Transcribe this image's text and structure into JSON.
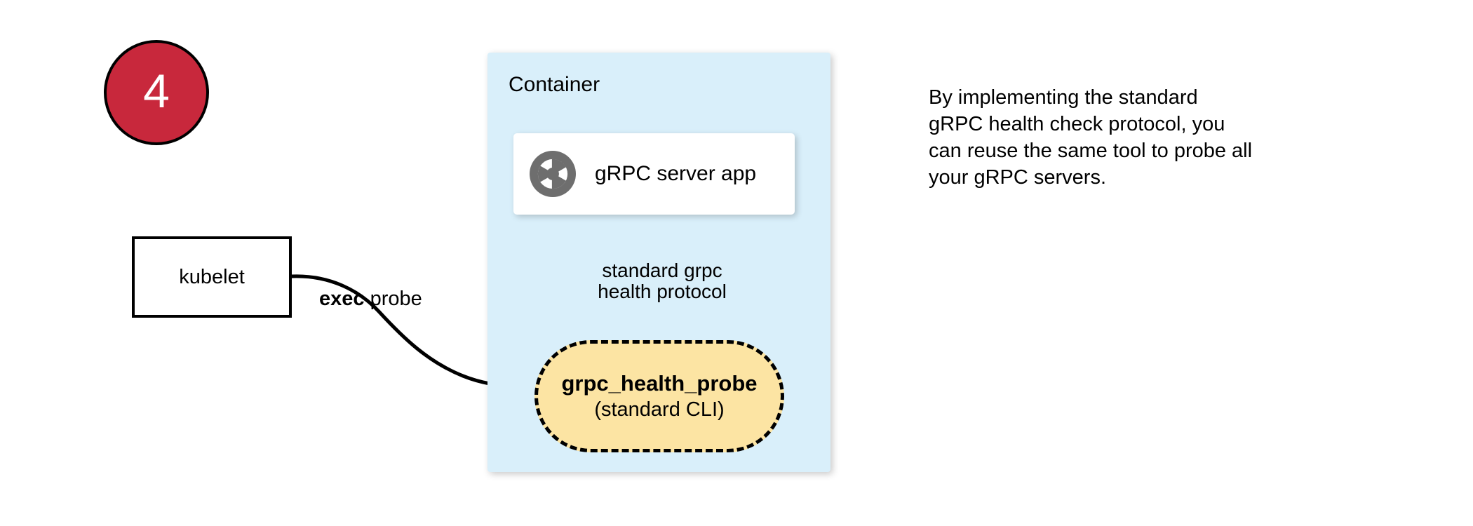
{
  "step": {
    "number": "4"
  },
  "kubelet": {
    "label": "kubelet"
  },
  "container": {
    "title": "Container",
    "bg_color": "#D9EFFA"
  },
  "server_card": {
    "label": "gRPC server app",
    "icon": "grpc-aperture-icon",
    "icon_color": "#6E6E6E"
  },
  "probe": {
    "title": "grpc_health_probe",
    "subtitle": "(standard CLI)",
    "fill_color": "#FCE4A3",
    "border_style": "dashed"
  },
  "edges": {
    "exec_probe_bold": "exec",
    "exec_probe_rest": " probe",
    "protocol_label": "standard grpc\nhealth protocol"
  },
  "note": {
    "text": "By implementing the standard\ngRPC health check protocol, you\ncan reuse the same tool to probe all\nyour gRPC servers."
  },
  "colors": {
    "badge_red": "#C8283C",
    "stroke": "#000000",
    "canvas": "#FFFFFF"
  }
}
